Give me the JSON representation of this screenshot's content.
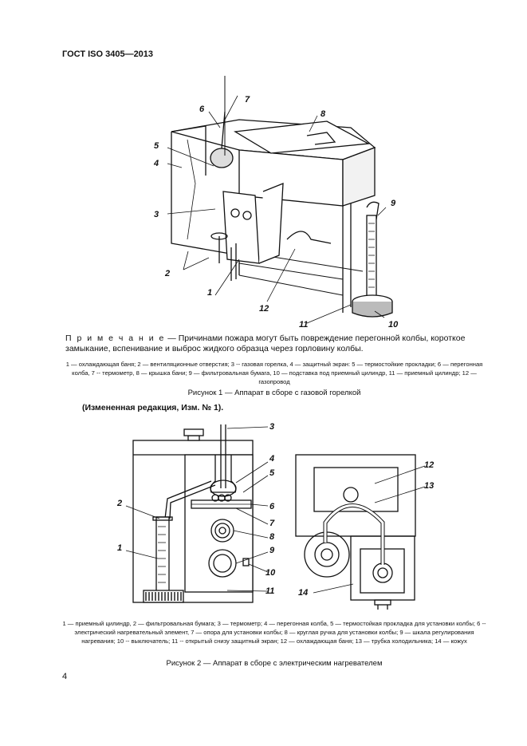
{
  "header": "ГОСТ ISO 3405—2013",
  "figure1": {
    "callouts": [
      "1",
      "2",
      "3",
      "4",
      "5",
      "6",
      "7",
      "8",
      "9",
      "10",
      "11",
      "12"
    ],
    "note_lead": "П р и м е ч а н и е",
    "note_text": " — Причинами пожара могут быть повреждение перегонной колбы, короткое замыкание, вспенивание и выброс жидкого образца через горловину колбы.",
    "legend": "1 — охлаждающая баня; 2 — вентиляционные отверстия; 3 -- газовая горелка, 4 — защитный экран: 5 — термостойкие прокладки; 6 — перегонная колба, 7 -- термометр, 8 — крышка бани; 9 — фильтровальная бумага, 10 — подставка под приемный цилиндр, 11 — приемный цилиндр; 12 — газопровод",
    "caption": "Рисунок 1 — Аппарат в сборе с газовой горелкой"
  },
  "amendment": "(Измененная редакция, Изм. № 1).",
  "figure2": {
    "callouts": [
      "1",
      "2",
      "3",
      "4",
      "5",
      "6",
      "7",
      "8",
      "9",
      "10",
      "11",
      "12",
      "13",
      "14"
    ],
    "legend": "1 — приемный цилиндр, 2 — фильтровальная бумага; 3 — термометр; 4 — перегонная колба, 5 — термостойкая прокладка для установки колбы; 6 -- электрический нагревательный элемент, 7 — опора для установки колбы; 8 — круглая ручка для установки колбы; 9 — шкала регулирования нагревания; 10 -- выключатель; 11 -- открытый снизу защитный экран; 12 — охлаждающая баня; 13 — трубка холодильника; 14 — кожух",
    "caption": "Рисунок 2 — Аппарат в сборе с электрическим нагревателем"
  },
  "page_number": "4"
}
